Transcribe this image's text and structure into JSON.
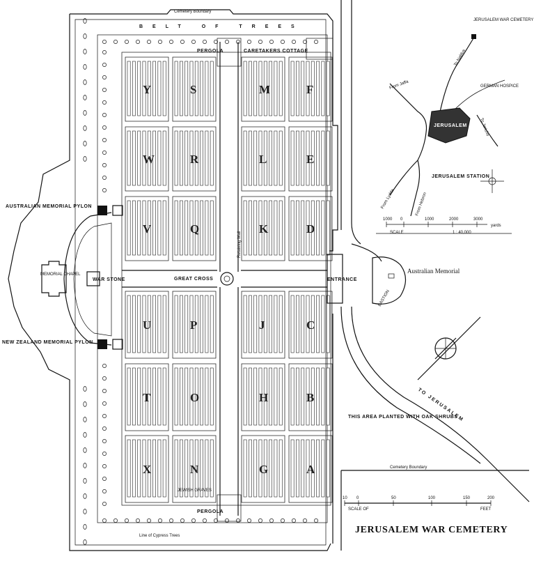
{
  "title": "JERUSALEM WAR CEMETERY",
  "labels": {
    "cemetery_boundary_top": "Cemetery Boundary",
    "belt_of_trees": "BELT OF TREES",
    "pergola_top": "PERGOLA",
    "caretakers_cottage": "CARETAKERS COTTAGE",
    "australian_memorial_pylon": "AUSTRALIAN MEMORIAL PYLON",
    "new_zealand_memorial_pylon": "NEW ZEALAND MEMORIAL PYLON",
    "memorial_chapel": "MEMORIAL CHAPEL",
    "war_stone": "WAR STONE",
    "great_cross": "GREAT CROSS",
    "retaining_wall": "Retaining Wall",
    "entrance": "ENTRANCE",
    "bastion": "BASTION",
    "australian_memorial": "Australian Memorial",
    "to_jerusalem": "TO JERUSALEM",
    "area_planted": "THIS AREA PLANTED WITH OAK SHRUBS",
    "cemetery_boundary_right": "Cemetery Boundary",
    "pergola_bottom": "PERGOLA",
    "line_of_cypress": "Line of Cypress Trees",
    "jewish_graves": "JEWISH GRAVES"
  },
  "plots": {
    "top_left": [
      "Y",
      "S",
      "W",
      "R",
      "V",
      "Q"
    ],
    "top_right": [
      "M",
      "F",
      "L",
      "E",
      "K",
      "D"
    ],
    "bottom_left": [
      "U",
      "P",
      "T",
      "O",
      "X",
      "N"
    ],
    "bottom_right": [
      "J",
      "C",
      "H",
      "B",
      "G",
      "A"
    ]
  },
  "inset_map": {
    "jerusalem_war_cemetery": "JERUSALEM WAR CEMETERY",
    "jerusalem": "JERUSALEM",
    "jerusalem_station": "JERUSALEM STATION",
    "german_hospice": "GERMAN HOSPICE",
    "to_nablus": "To Nablus",
    "from_jaffa": "From Jaffa",
    "to_jericho": "To Jericho",
    "from_lydda": "From Lydda",
    "from_hebron": "From Hebron",
    "scale_ticks": [
      "1000",
      "0",
      "1000",
      "2000",
      "3000"
    ],
    "scale_units": "yards",
    "scale_ratio": "1 : 40,000",
    "scale_label": "SCALE"
  },
  "scale_bar": {
    "ticks": [
      "10",
      "0",
      "50",
      "100",
      "150",
      "200"
    ],
    "left_label": "SCALE OF",
    "right_label": "FEET"
  }
}
